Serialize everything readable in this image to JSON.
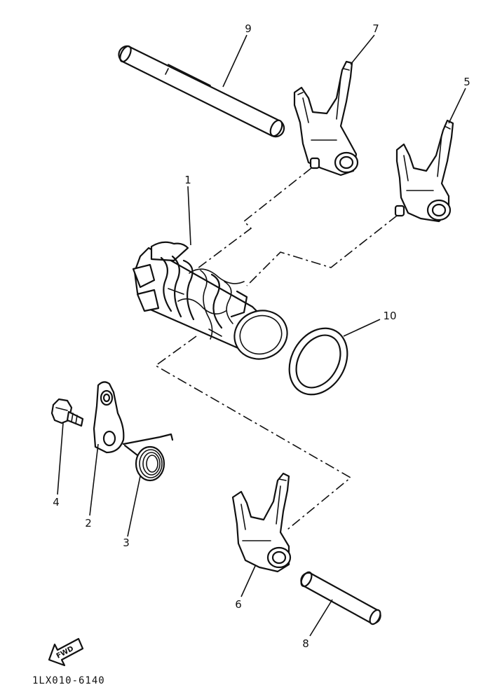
{
  "callouts": {
    "c1": "1",
    "c2": "2",
    "c3": "3",
    "c4": "4",
    "c5": "5",
    "c6": "6",
    "c7": "7",
    "c8": "8",
    "c9": "9",
    "c10": "10"
  },
  "fwd_label": "FWD",
  "diagram_code": "1LX010-6140"
}
